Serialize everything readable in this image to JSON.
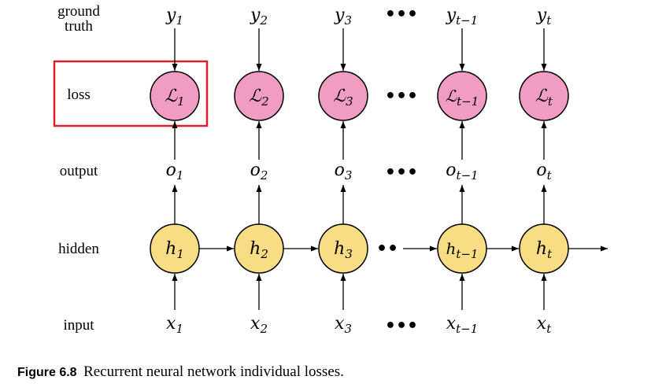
{
  "row_labels": {
    "ground_truth": [
      "ground",
      "truth"
    ],
    "loss": "loss",
    "output": "output",
    "hidden": "hidden",
    "input": "input"
  },
  "ground_truth": [
    {
      "base": "y",
      "sub": "1"
    },
    {
      "base": "y",
      "sub": "2"
    },
    {
      "base": "y",
      "sub": "3"
    },
    {
      "base": "y",
      "sub": "t−1"
    },
    {
      "base": "y",
      "sub": "t"
    }
  ],
  "loss_nodes": [
    {
      "base": "ℒ",
      "sub": "1"
    },
    {
      "base": "ℒ",
      "sub": "2"
    },
    {
      "base": "ℒ",
      "sub": "3"
    },
    {
      "base": "ℒ",
      "sub": "t−1"
    },
    {
      "base": "ℒ",
      "sub": "t"
    }
  ],
  "outputs": [
    {
      "base": "o",
      "sub": "1"
    },
    {
      "base": "o",
      "sub": "2"
    },
    {
      "base": "o",
      "sub": "3"
    },
    {
      "base": "o",
      "sub": "t−1"
    },
    {
      "base": "o",
      "sub": "t"
    }
  ],
  "hidden_nodes": [
    {
      "base": "h",
      "sub": "1"
    },
    {
      "base": "h",
      "sub": "2"
    },
    {
      "base": "h",
      "sub": "3"
    },
    {
      "base": "h",
      "sub": "t−1"
    },
    {
      "base": "h",
      "sub": "t"
    }
  ],
  "inputs": [
    {
      "base": "x",
      "sub": "1"
    },
    {
      "base": "x",
      "sub": "2"
    },
    {
      "base": "x",
      "sub": "3"
    },
    {
      "base": "x",
      "sub": "t−1"
    },
    {
      "base": "x",
      "sub": "t"
    }
  ],
  "ellipsis": "•••",
  "hidden_ellipsis": "••",
  "colors": {
    "loss_fill": "#f19cc2",
    "hidden_fill": "#f8dd84",
    "highlight": "#d9202a",
    "stroke": "#000000"
  },
  "caption": {
    "label": "Figure 6.8",
    "text": "Recurrent neural network individual losses."
  }
}
